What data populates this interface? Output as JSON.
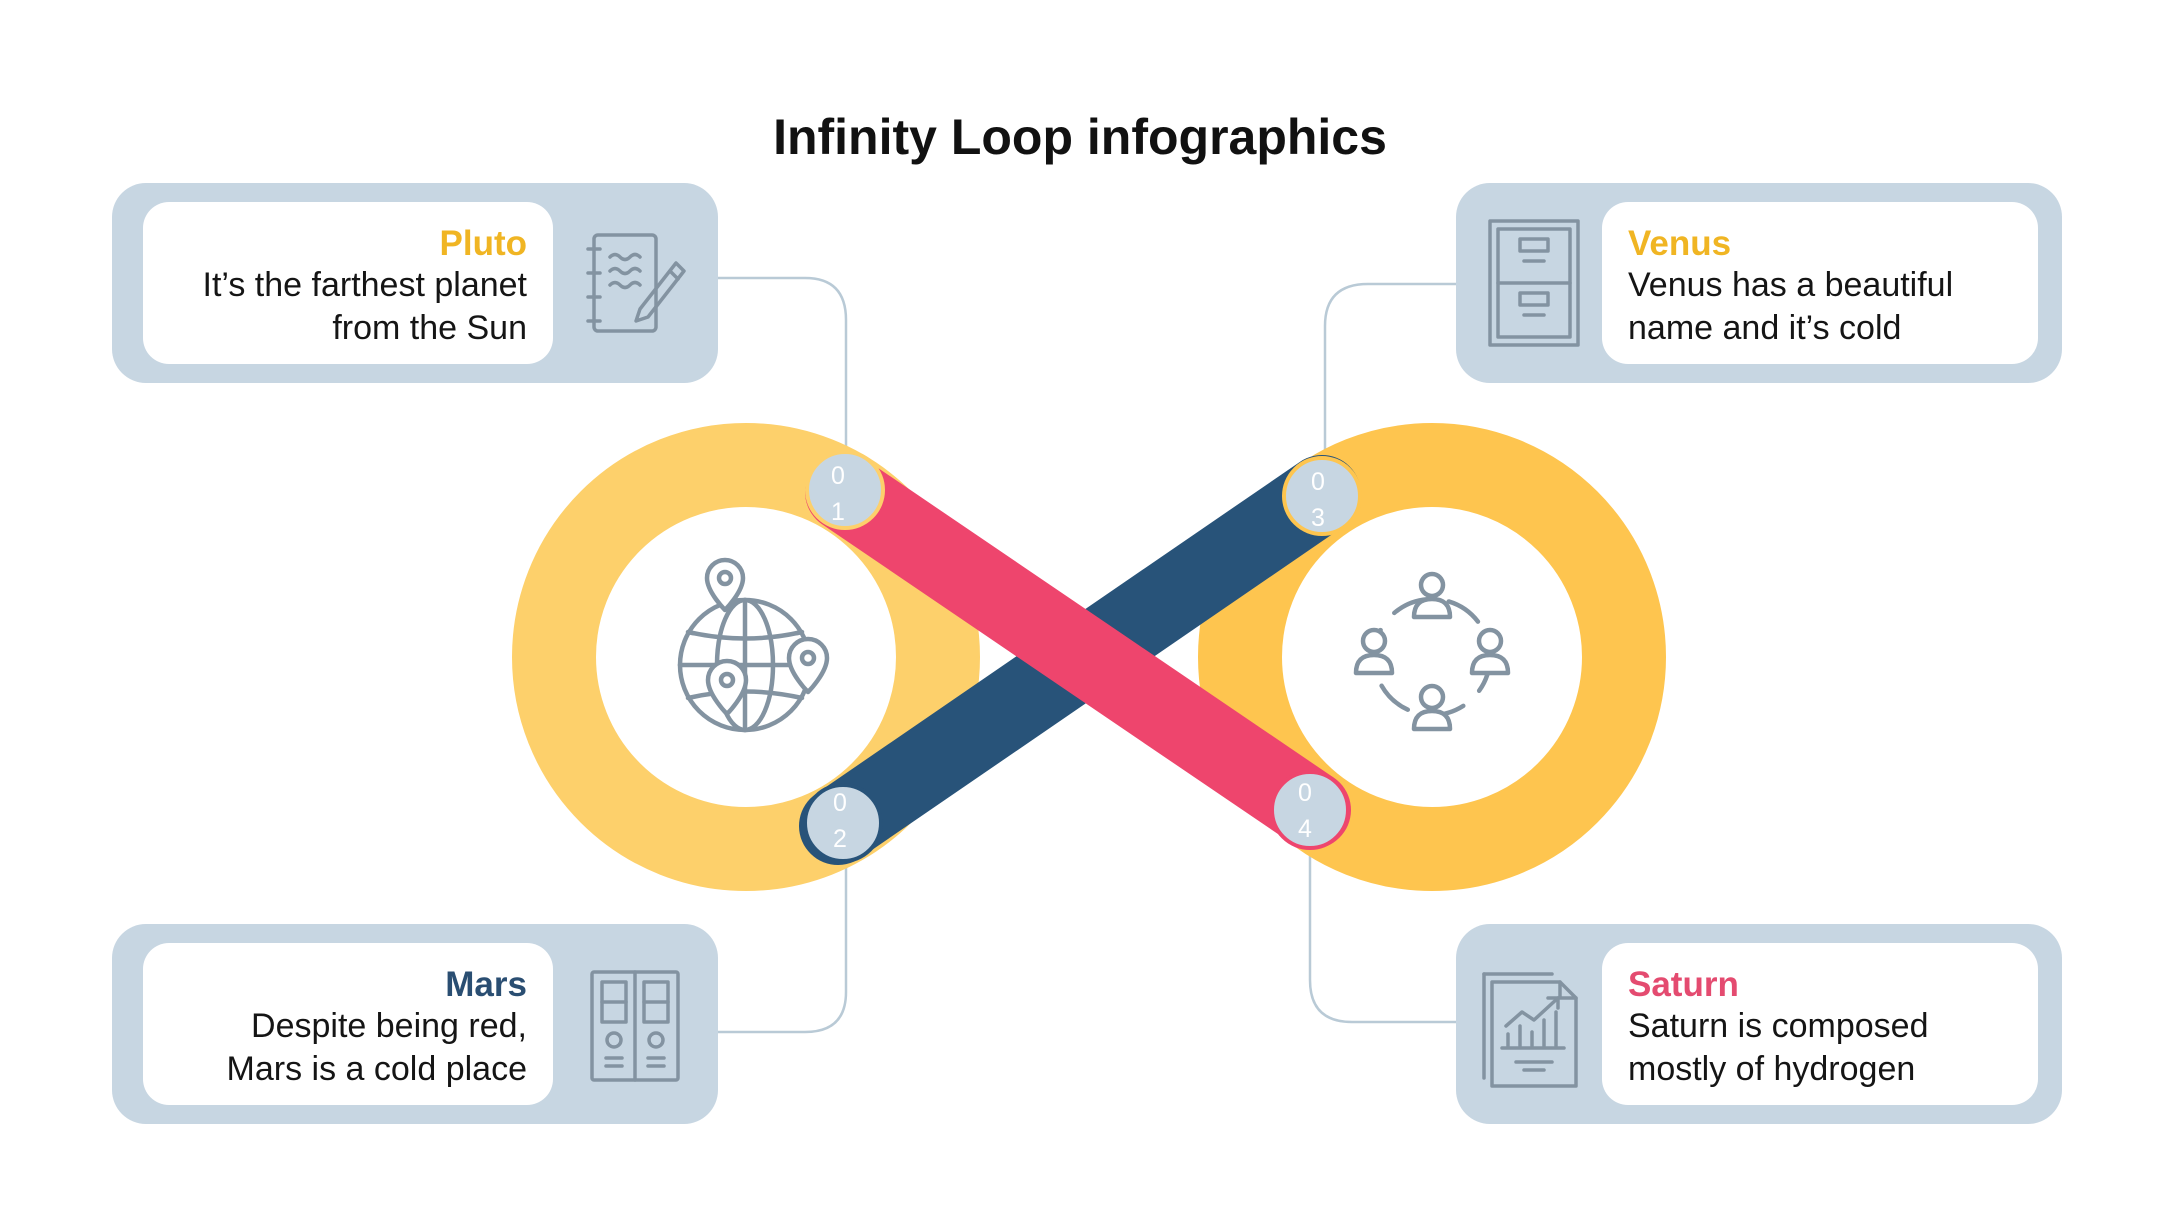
{
  "title": "Infinity Loop infographics",
  "colors": {
    "yellow": "#fdd06b",
    "yellow_right": "#fec54f",
    "pink": "#ee456d",
    "navy": "#285379",
    "card_bg": "#c7d6e2",
    "icon_gray": "#8393a1"
  },
  "items": [
    {
      "id": "pluto",
      "heading": "Pluto",
      "heading_color": "#f0b523",
      "text": "It’s the farthest  planet\nfrom the Sun",
      "icon": "notebook-pen-icon",
      "badge": [
        "0",
        "1"
      ]
    },
    {
      "id": "mars",
      "heading": "Mars",
      "heading_color": "#2a4e72",
      "text": "Despite being red,\nMars is a cold place",
      "icon": "lockers-icon",
      "badge": [
        "0",
        "2"
      ]
    },
    {
      "id": "venus",
      "heading": "Venus",
      "heading_color": "#f0b523",
      "text": "Venus has a beautiful\nname and it’s cold",
      "icon": "file-cabinet-icon",
      "badge": [
        "0",
        "3"
      ]
    },
    {
      "id": "saturn",
      "heading": "Saturn",
      "heading_color": "#e44b70",
      "text": "Saturn is composed\nmostly of hydrogen",
      "icon": "report-chart-icon",
      "badge": [
        "0",
        "4"
      ]
    }
  ],
  "center_icons": {
    "left": "globe-location-icon",
    "right": "people-network-icon"
  }
}
